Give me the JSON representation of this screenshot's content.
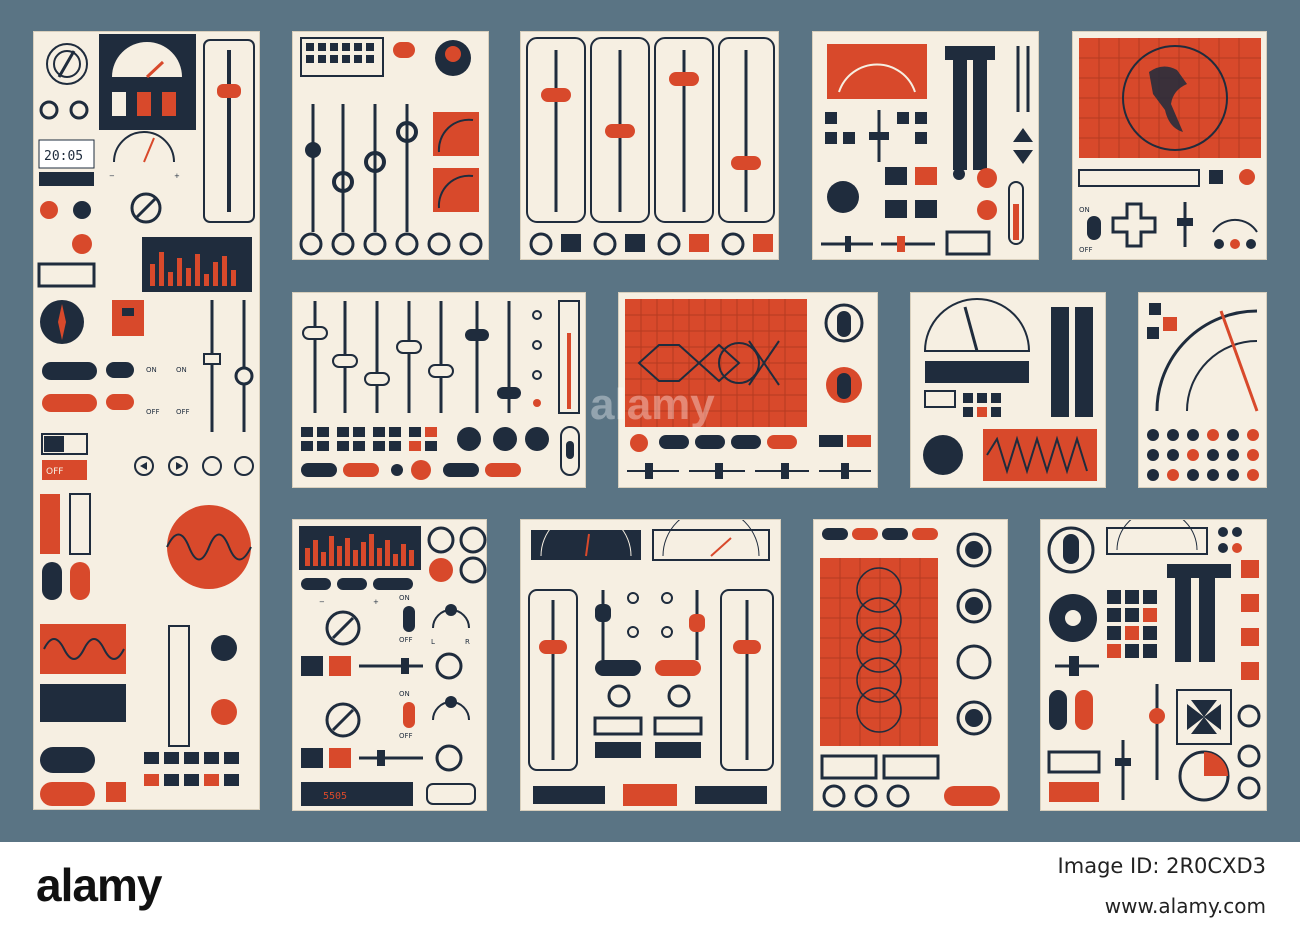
{
  "colors": {
    "background": "#5a7484",
    "panel": "#f6efe2",
    "navy": "#1f2c3d",
    "orange": "#d8492b",
    "grid": "#c8c0b0"
  },
  "labels": {
    "on": "ON",
    "off": "OFF",
    "plus": "+",
    "minus": "−",
    "left": "L",
    "right": "R",
    "clock": "20:05",
    "digits": "5505"
  },
  "footer": {
    "brand": "alamy",
    "image_id": "Image ID: 2R0CXD3",
    "site": "www.alamy.com"
  },
  "watermark": "alamy"
}
